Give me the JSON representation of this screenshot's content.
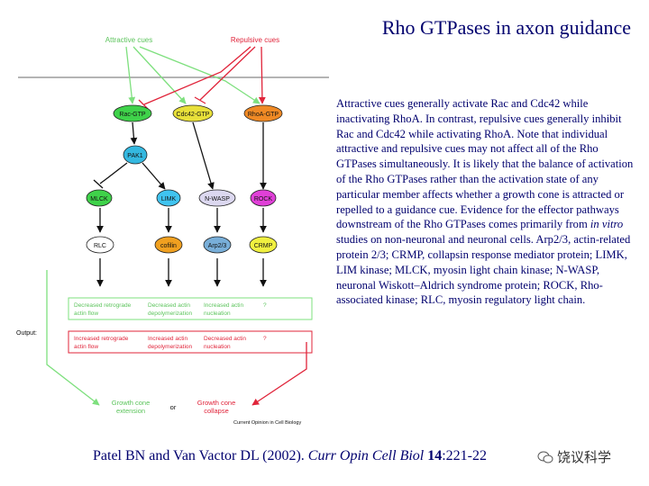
{
  "title": "Rho GTPases in axon guidance",
  "description_parts": [
    "Attractive cues generally activate Rac and Cdc42 while inactivating RhoA. In contrast, repulsive cues generally inhibit Rac and Cdc42 while activating RhoA. Note that individual attractive and repulsive cues may not affect all of the Rho GTPases simultaneously. It is likely that the balance of activation of the Rho GTPases rather than the activation state of any particular member affects whether a growth cone is attracted or repelled to a guidance cue. Evidence for the effector pathways downstream of the Rho GTPases comes primarily from ",
    "in vitro",
    " studies on non-neuronal and neuronal cells. Arp2/3, actin-related protein 2/3; CRMP, collapsin response mediator protein; LIMK, LIM kinase; MLCK, myosin light chain kinase; N-WASP, neuronal Wiskott–Aldrich syndrome protein; ROCK, Rho-associated kinase; RLC, myosin regulatory light chain."
  ],
  "citation": {
    "authors": "Patel BN and Van Vactor DL (2002). ",
    "journal": "Curr Opin Cell Biol",
    "sep": " ",
    "volume": "14",
    "pages": ":221-22"
  },
  "watermark": "饶议科学",
  "diagram": {
    "attractive_cues": "Attractive cues",
    "repulsive_cues": "Repulsive cues",
    "rac": "Rac-GTP",
    "cdc42": "Cdc42-GTP",
    "rhoa": "RhoA-GTP",
    "pak1": "PAK1",
    "mlck": "MLCK",
    "limk": "LIMK",
    "nwasp": "N-WASP",
    "rock": "ROCK",
    "rlc": "RLC",
    "cofilin": "cofilin",
    "arp23": "Arp2/3",
    "crmp": "CRMP",
    "output_label": "Output:",
    "green_outputs": [
      [
        "Decreased retrograde",
        "actin flow"
      ],
      [
        "Decreased actin",
        "depolymerization"
      ],
      [
        "Increased actin",
        "nucleation"
      ],
      [
        "?"
      ]
    ],
    "red_outputs": [
      [
        "Increased retrograde",
        "actin flow"
      ],
      [
        "Increased actin",
        "depolymerization"
      ],
      [
        "Decreased actin",
        "nucleation"
      ],
      [
        "?"
      ]
    ],
    "extension": [
      "Growth cone",
      "extension"
    ],
    "or": "or",
    "collapse": [
      "Growth cone",
      "collapse"
    ],
    "source": "Current Opinion in Cell Biology"
  },
  "colors": {
    "title_text": "#00006e",
    "attractive": "#7ee07e",
    "repulsive": "#e0243a",
    "rac_node": "#3fd24a",
    "cdc42_node": "#e8e03a",
    "rhoa_node": "#f08a25",
    "pak1_node": "#34b8e0",
    "mlck_node": "#3fd24a",
    "limk_node": "#40c4f0",
    "nwasp_node": "#dcd8f0",
    "rock_node": "#e040d8",
    "rlc_node": "#ffffff",
    "cofilin_node": "#f0a020",
    "arp23_node": "#78aed8",
    "crmp_node": "#f0f040"
  }
}
